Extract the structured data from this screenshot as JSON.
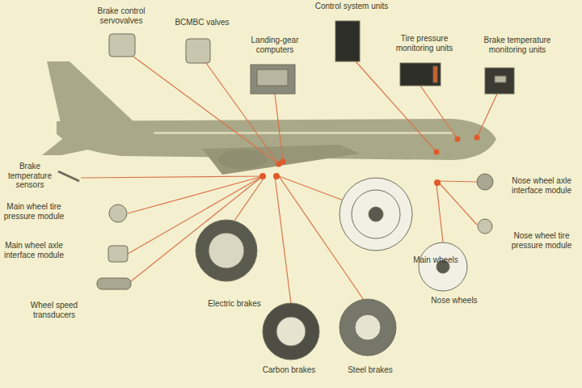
{
  "diagram": {
    "labels": [
      "Brake control servovalves",
      "BCMBC valves",
      "Landing-gear computers",
      "Control system units",
      "Tire pressure monitoring units",
      "Brake temperature monitoring units",
      "Brake temperature sensors",
      "Main wheel tire pressure module",
      "Main wheel axle interface module",
      "Wheel speed transducers",
      "Electric brakes",
      "Main wheels",
      "Nose wheel axle interface module",
      "Nose wheel tire pressure module",
      "Nose wheels",
      "Carbon brakes",
      "Steel brakes"
    ]
  }
}
